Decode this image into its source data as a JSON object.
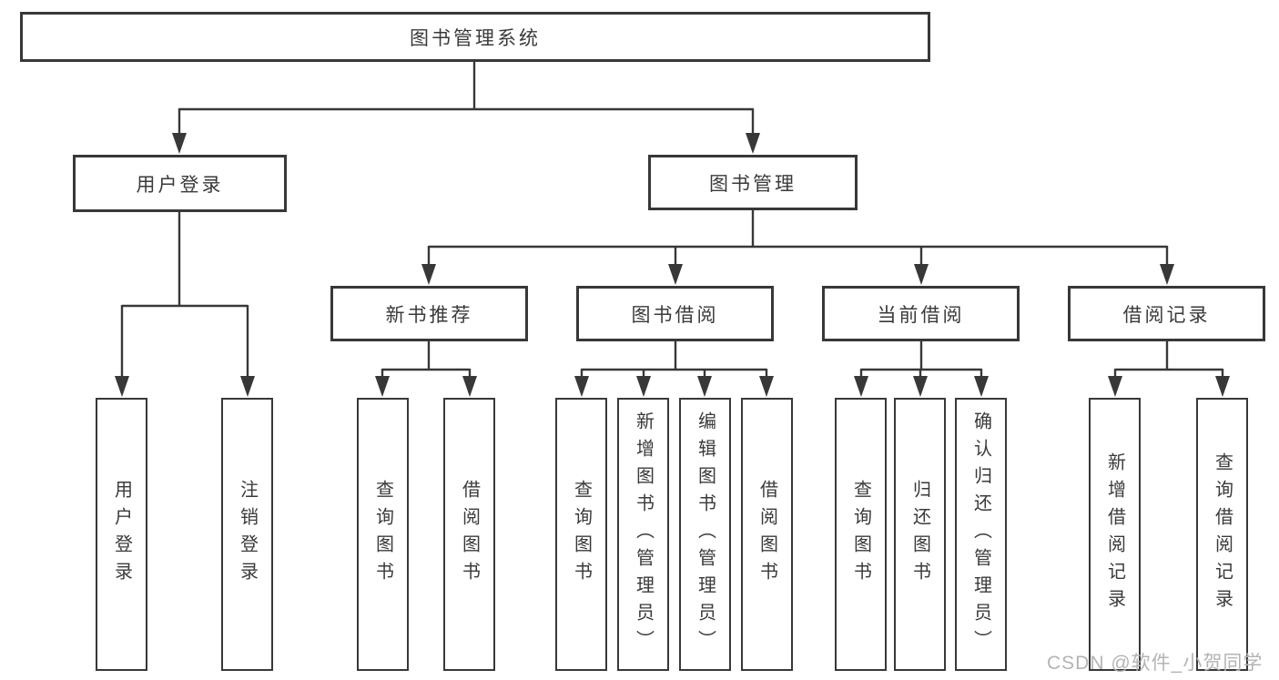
{
  "diagram": {
    "root": {
      "label": "图书管理系统"
    },
    "user_login": {
      "label": "用户登录",
      "children": {
        "login": {
          "label": "用户登录"
        },
        "logout": {
          "label": "注销登录"
        }
      }
    },
    "book_management": {
      "label": "图书管理",
      "children": {
        "new_books": {
          "label": "新书推荐",
          "children": {
            "query_books": {
              "label": "查询图书"
            },
            "borrow_books": {
              "label": "借阅图书"
            }
          }
        },
        "book_borrowing": {
          "label": "图书借阅",
          "children": {
            "query_books": {
              "label": "查询图书"
            },
            "add_books": {
              "label": "新增图书（管理员）"
            },
            "edit_books": {
              "label": "编辑图书（管理员）"
            },
            "borrow_books": {
              "label": "借阅图书"
            }
          }
        },
        "current_borrowing": {
          "label": "当前借阅",
          "children": {
            "query_books": {
              "label": "查询图书"
            },
            "return_books": {
              "label": "归还图书"
            },
            "confirm_return": {
              "label": "确认归还（管理员）"
            }
          }
        },
        "borrow_records": {
          "label": "借阅记录",
          "children": {
            "add_record": {
              "label": "新增借阅记录"
            },
            "query_record": {
              "label": "查询借阅记录"
            }
          }
        }
      }
    }
  },
  "watermark": {
    "text": "CSDN @软件_小贺同学"
  },
  "colors": {
    "line": "#383838",
    "text": "#3a3a3a",
    "box_background": "#ffffff",
    "watermark": "#b4b4b4",
    "background": "#ffffff"
  }
}
